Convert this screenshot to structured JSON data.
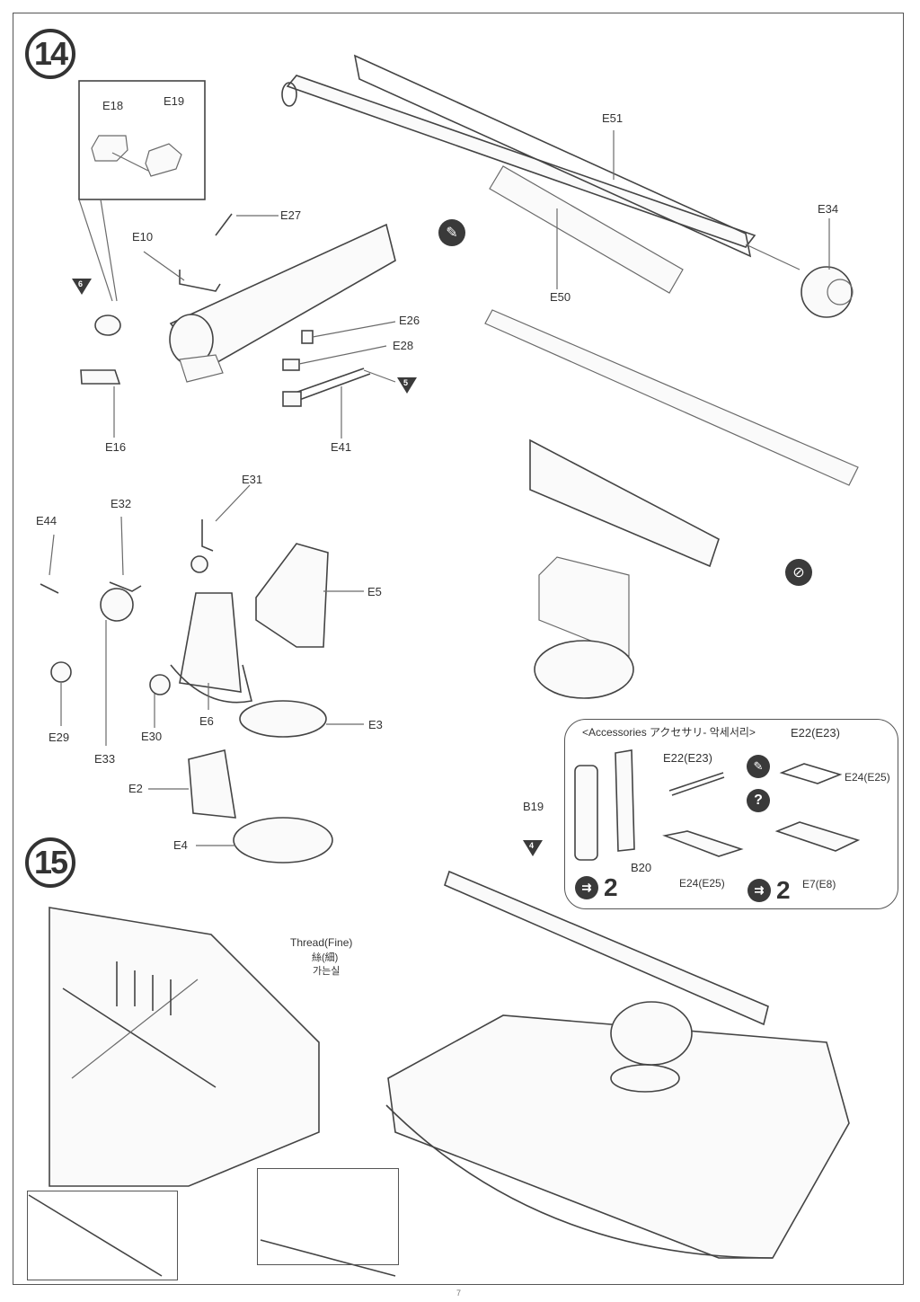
{
  "page": {
    "number": "7"
  },
  "steps": [
    {
      "number": "14"
    },
    {
      "number": "15"
    }
  ],
  "step14": {
    "parts": {
      "E18": "E18",
      "E19": "E19",
      "E27": "E27",
      "E10": "E10",
      "E26": "E26",
      "E28": "E28",
      "E16": "E16",
      "E41": "E41",
      "E51": "E51",
      "E50": "E50",
      "E34": "E34",
      "E31": "E31",
      "E32": "E32",
      "E44": "E44",
      "E5": "E5",
      "E6": "E6",
      "E3": "E3",
      "E29": "E29",
      "E33": "E33",
      "E30": "E30",
      "E2": "E2",
      "E4": "E4"
    },
    "refs": {
      "ref6": "6",
      "ref5": "5"
    },
    "icons": [
      "glue-icon",
      "no-glue-icon"
    ]
  },
  "accessories": {
    "title": "<Accessories アクセサリ- 악세서리>",
    "parts": {
      "B19": "B19",
      "B20": "B20",
      "E22a": "E22(E23)",
      "E22b": "E22(E23)",
      "E24a": "E24(E25)",
      "E24b": "E24(E25)",
      "E7": "E7(E8)"
    },
    "ref4": "4",
    "qty_left": "2",
    "qty_right": "2"
  },
  "step15": {
    "thread_label": "Thread(Fine)",
    "thread_label_cjk": "絲(細)",
    "thread_label_ko": "가는실"
  }
}
